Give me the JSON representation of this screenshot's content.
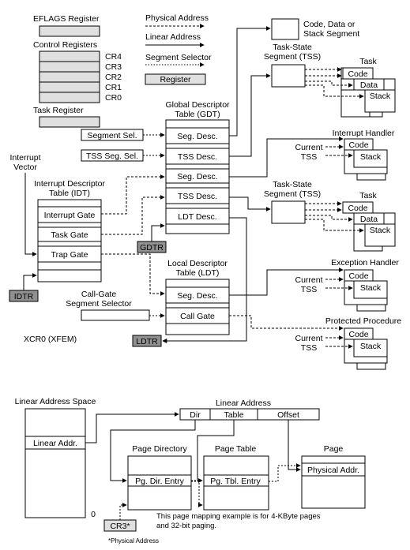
{
  "legend": {
    "physical_address": "Physical Address",
    "linear_address": "Linear Address",
    "segment_selector": "Segment Selector",
    "register": "Register"
  },
  "registers": {
    "eflags": "EFLAGS Register",
    "control_registers": "Control Registers",
    "cr_labels": [
      "CR4",
      "CR3",
      "CR2",
      "CR1",
      "CR0"
    ],
    "task_register": "Task Register",
    "xcr0": "XCR0 (XFEM)"
  },
  "gdt": {
    "title_line1": "Global Descriptor",
    "title_line2": "Table (GDT)",
    "entries": [
      "Seg. Desc.",
      "TSS Desc.",
      "Seg. Desc.",
      "TSS Desc.",
      "LDT Desc."
    ],
    "register": "GDTR"
  },
  "selectors": {
    "segment_sel": "Segment Sel.",
    "tss_seg_sel": "TSS Seg. Sel.",
    "call_gate_line1": "Call-Gate",
    "call_gate_line2": "Segment Selector"
  },
  "idt": {
    "vector_line1": "Interrupt",
    "vector_line2": "Vector",
    "title_line1": "Interrupt Descriptor",
    "title_line2": "Table (IDT)",
    "entries": [
      "Interrupt Gate",
      "Task Gate",
      "Trap Gate"
    ],
    "register": "IDTR"
  },
  "ldt": {
    "title_line1": "Local Descriptor",
    "title_line2": "Table (LDT)",
    "entries": [
      "Seg. Desc.",
      "Call Gate"
    ],
    "register": "LDTR"
  },
  "right_side": {
    "code_data_stack_line1": "Code, Data or",
    "code_data_stack_line2": "Stack Segment",
    "tss_line1": "Task-State",
    "tss_line2": "Segment (TSS)",
    "task": "Task",
    "code": "Code",
    "data": "Data",
    "stack": "Stack",
    "interrupt_handler": "Interrupt Handler",
    "exception_handler": "Exception Handler",
    "protected_procedure": "Protected Procedure",
    "current": "Current",
    "tss": "TSS"
  },
  "paging": {
    "linear_address_space": "Linear Address Space",
    "linear_addr": "Linear Addr.",
    "zero": "0",
    "linear_address": "Linear Address",
    "fields": [
      "Dir",
      "Table",
      "Offset"
    ],
    "page_directory": "Page Directory",
    "pg_dir_entry": "Pg. Dir. Entry",
    "page_table": "Page Table",
    "pg_tbl_entry": "Pg. Tbl. Entry",
    "page": "Page",
    "physical_addr": "Physical Addr.",
    "cr3": "CR3*",
    "note_line1": "This page mapping example is for 4-KByte pages",
    "note_line2": "and 32-bit paging.",
    "footnote": "*Physical Address"
  },
  "colors": {
    "register_fill": "#e0e0e0",
    "dark_register_fill": "#909090",
    "line": "#000000"
  }
}
